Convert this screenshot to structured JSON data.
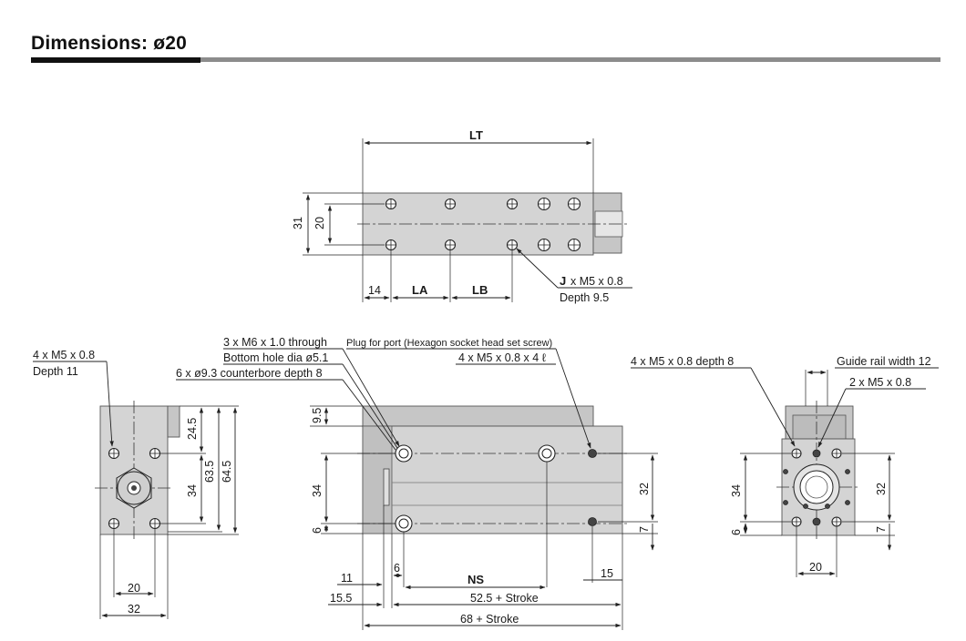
{
  "title": "Dimensions: ø20",
  "top_view": {
    "lt": "LT",
    "d31": "31",
    "d20": "20",
    "d14": "14",
    "la": "LA",
    "lb": "LB",
    "j_letter": "J",
    "j_rest": "x M5 x 0.8",
    "j_depth": "Depth 9.5"
  },
  "left_view": {
    "note1": "4 x M5 x 0.8",
    "note2": "Depth 11",
    "d24_5": "24.5",
    "d63_5": "63.5",
    "d64_5": "64.5",
    "d34": "34",
    "d20": "20",
    "d32": "32"
  },
  "front_view": {
    "note_through": "3 x M6 x 1.0 through",
    "note_bottom": "Bottom hole dia ø5.1",
    "note_counterbore": "6 x ø9.3 counterbore depth 8",
    "note_plug": "Plug for port (Hexagon socket head set screw)",
    "note_plug_size": "4 x M5 x 0.8 x 4 ℓ",
    "d9_5": "9.5",
    "d34": "34",
    "d6": "6",
    "d32": "32",
    "d7": "7",
    "d11": "11",
    "d6b": "6",
    "ns": "NS",
    "d15": "15",
    "d15_5": "15.5",
    "d52": "52.5 + Stroke",
    "d68": "68 + Stroke"
  },
  "right_view": {
    "note_depth8": "4 x M5 x 0.8 depth 8",
    "note_guide": "Guide rail width 12",
    "note_m5": "2 x M5 x 0.8",
    "d34": "34",
    "d6": "6",
    "d32": "32",
    "d7": "7",
    "d20": "20"
  }
}
